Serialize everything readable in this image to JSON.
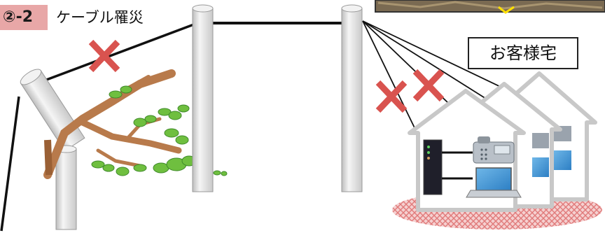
{
  "header": {
    "badge": "②-2",
    "title": "ケーブル罹災"
  },
  "house_label": "お客様宅",
  "colors": {
    "badge_bg": "#e8a7a7",
    "cross": "#d9534f",
    "pole": "#e6e6e6",
    "tree_trunk": "#b87a4b",
    "leaves": "#6fbf3f",
    "house_outline": "#cccccc",
    "ground_pattern": "#e07a7a"
  },
  "icons": [
    "cross-icon",
    "router-icon",
    "telephone-icon",
    "laptop-icon"
  ]
}
